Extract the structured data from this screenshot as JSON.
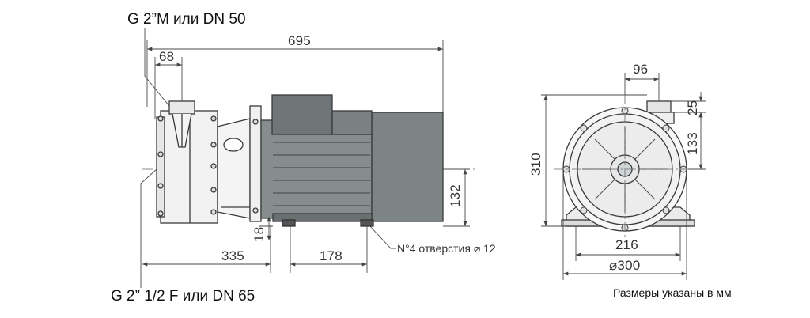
{
  "annotations": {
    "inlet_top": "G 2”M или DN 50",
    "outlet_bottom": "G 2” 1/2 F или DN 65",
    "holes": "N°4 отверстия ⌀ 12",
    "units_note": "Размеры указаны в мм"
  },
  "side_view_dims": {
    "overall_length": "695",
    "inlet_offset": "68",
    "foot_to_suction": "335",
    "foot_spacing": "178",
    "foot_height": "18",
    "shaft_height": "132"
  },
  "front_view_dims": {
    "outlet_offset": "96",
    "outlet_height": "25",
    "outlet_to_axis": "133",
    "total_height": "310",
    "foot_width": "216",
    "flange_diameter": "⌀300"
  },
  "colors": {
    "motor": "#868d8e",
    "motor_dark": "#5f6566",
    "outline": "#3a3a3a",
    "dim_line": "#4a4a4a"
  }
}
